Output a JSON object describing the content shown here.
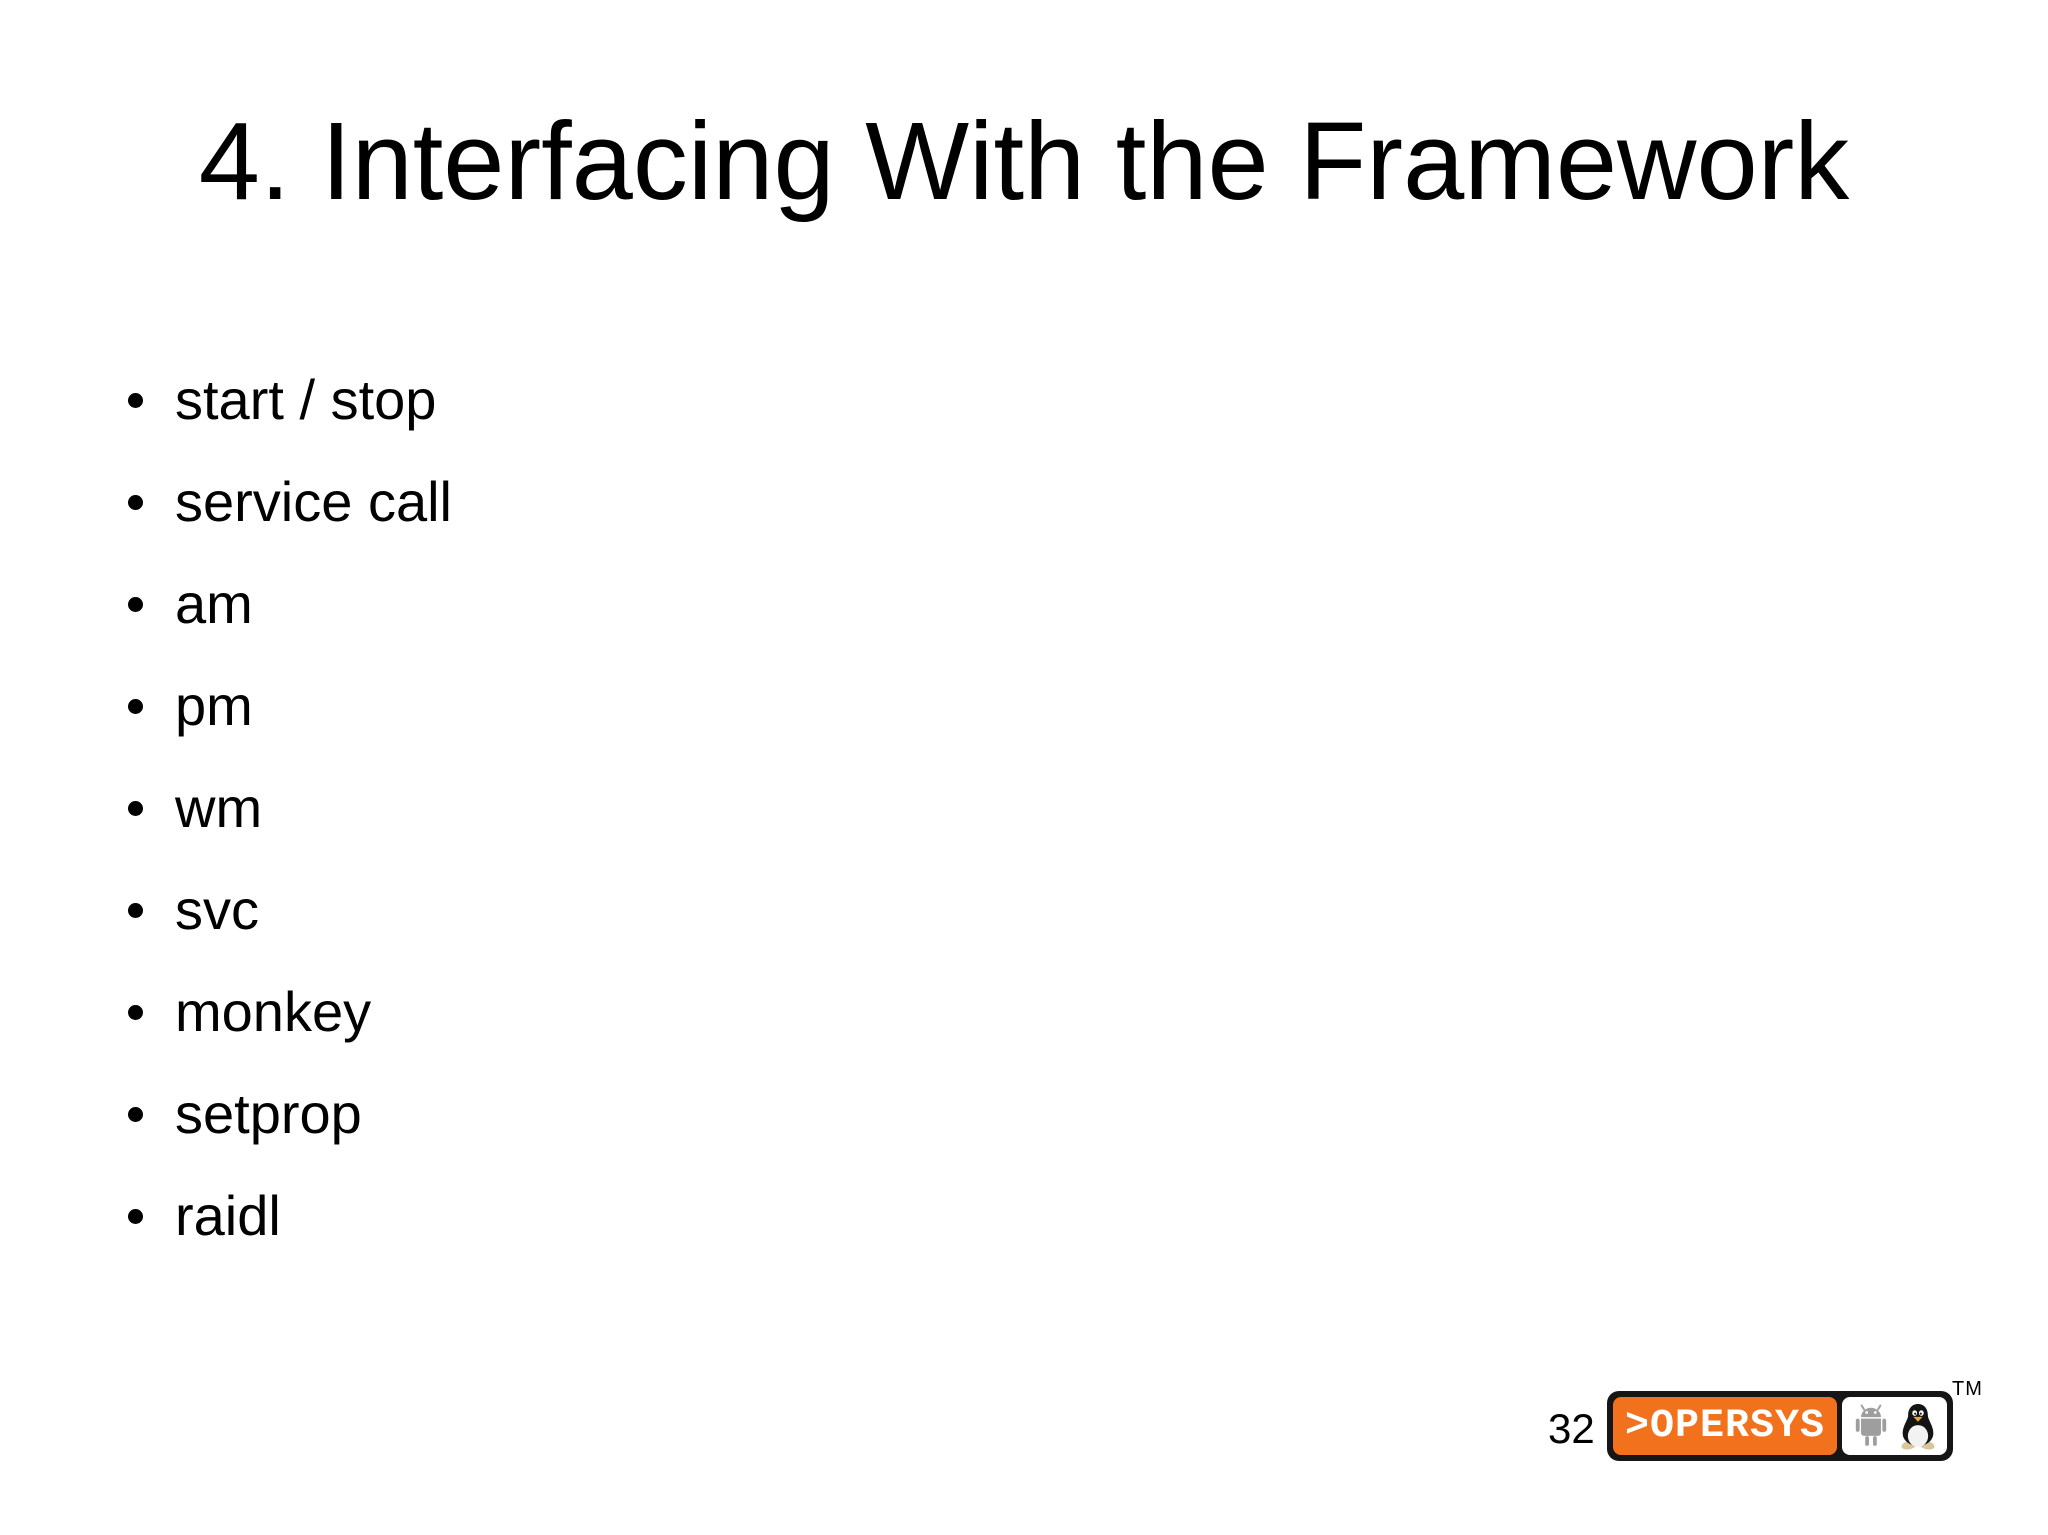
{
  "slide": {
    "title": "4. Interfacing With the Framework",
    "bullets": [
      "start / stop",
      "service call",
      "am",
      "pm",
      "wm",
      "svc",
      "monkey",
      "setprop",
      "raidl"
    ],
    "footer": {
      "page_number": "32",
      "logo": {
        "wordmark": ">OPERSYS",
        "trademark": "TM",
        "icons": [
          "android-icon",
          "tux-icon"
        ]
      }
    },
    "colors": {
      "background": "#FFFFFF",
      "text": "#000000",
      "brand_orange": "#F2711C",
      "android_gray": "#9E9E9E",
      "logo_border": "#161616",
      "tux_beak": "#E8A33D",
      "tux_feet": "#D8C69A"
    }
  }
}
